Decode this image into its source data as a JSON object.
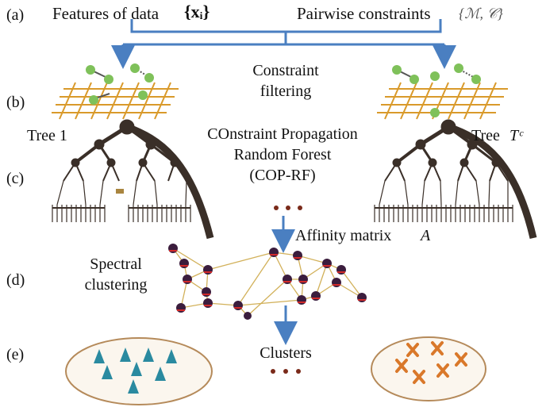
{
  "colors": {
    "arrow": "#4a7fc1",
    "grid": "#d99a2b",
    "node_green": "#7fc15a",
    "tree": "#3a2f28",
    "graph_node": "#3b1d3d",
    "graph_node_accent": "#d22a2a",
    "graph_edge": "#d2b15a",
    "triangle": "#2a8aa0",
    "cross": "#d9782a",
    "ellipse_fill": "#fbf6ee",
    "ellipse_stroke": "#b58a5a",
    "dots": "#7a2a1a"
  },
  "steps": {
    "a": "(a)",
    "b": "(b)",
    "c": "(c)",
    "d": "(d)",
    "e": "(e)"
  },
  "labels": {
    "features": "Features of data",
    "features_math": "{xᵢ}",
    "pairwise": "Pairwise constraints",
    "pairwise_math": "{ℳ, 𝒞}",
    "constraint_filtering_1": "Constraint",
    "constraint_filtering_2": "filtering",
    "tree1": "Tree 1",
    "tree_tc": "Tree",
    "tree_tc_math": "Tᶜ",
    "coprf_1": "COnstraint Propagation",
    "coprf_2": "Random Forest",
    "coprf_3": "(COP-RF)",
    "affinity": "Affinity matrix",
    "affinity_math": "A",
    "spectral_1": "Spectral",
    "spectral_2": "clustering",
    "clusters": "Clusters"
  },
  "icons": [
    "down-arrow-icon",
    "tree-icon",
    "grid-icon",
    "graph-icon",
    "triangle-icon",
    "cross-icon",
    "ellipsis-icon"
  ]
}
